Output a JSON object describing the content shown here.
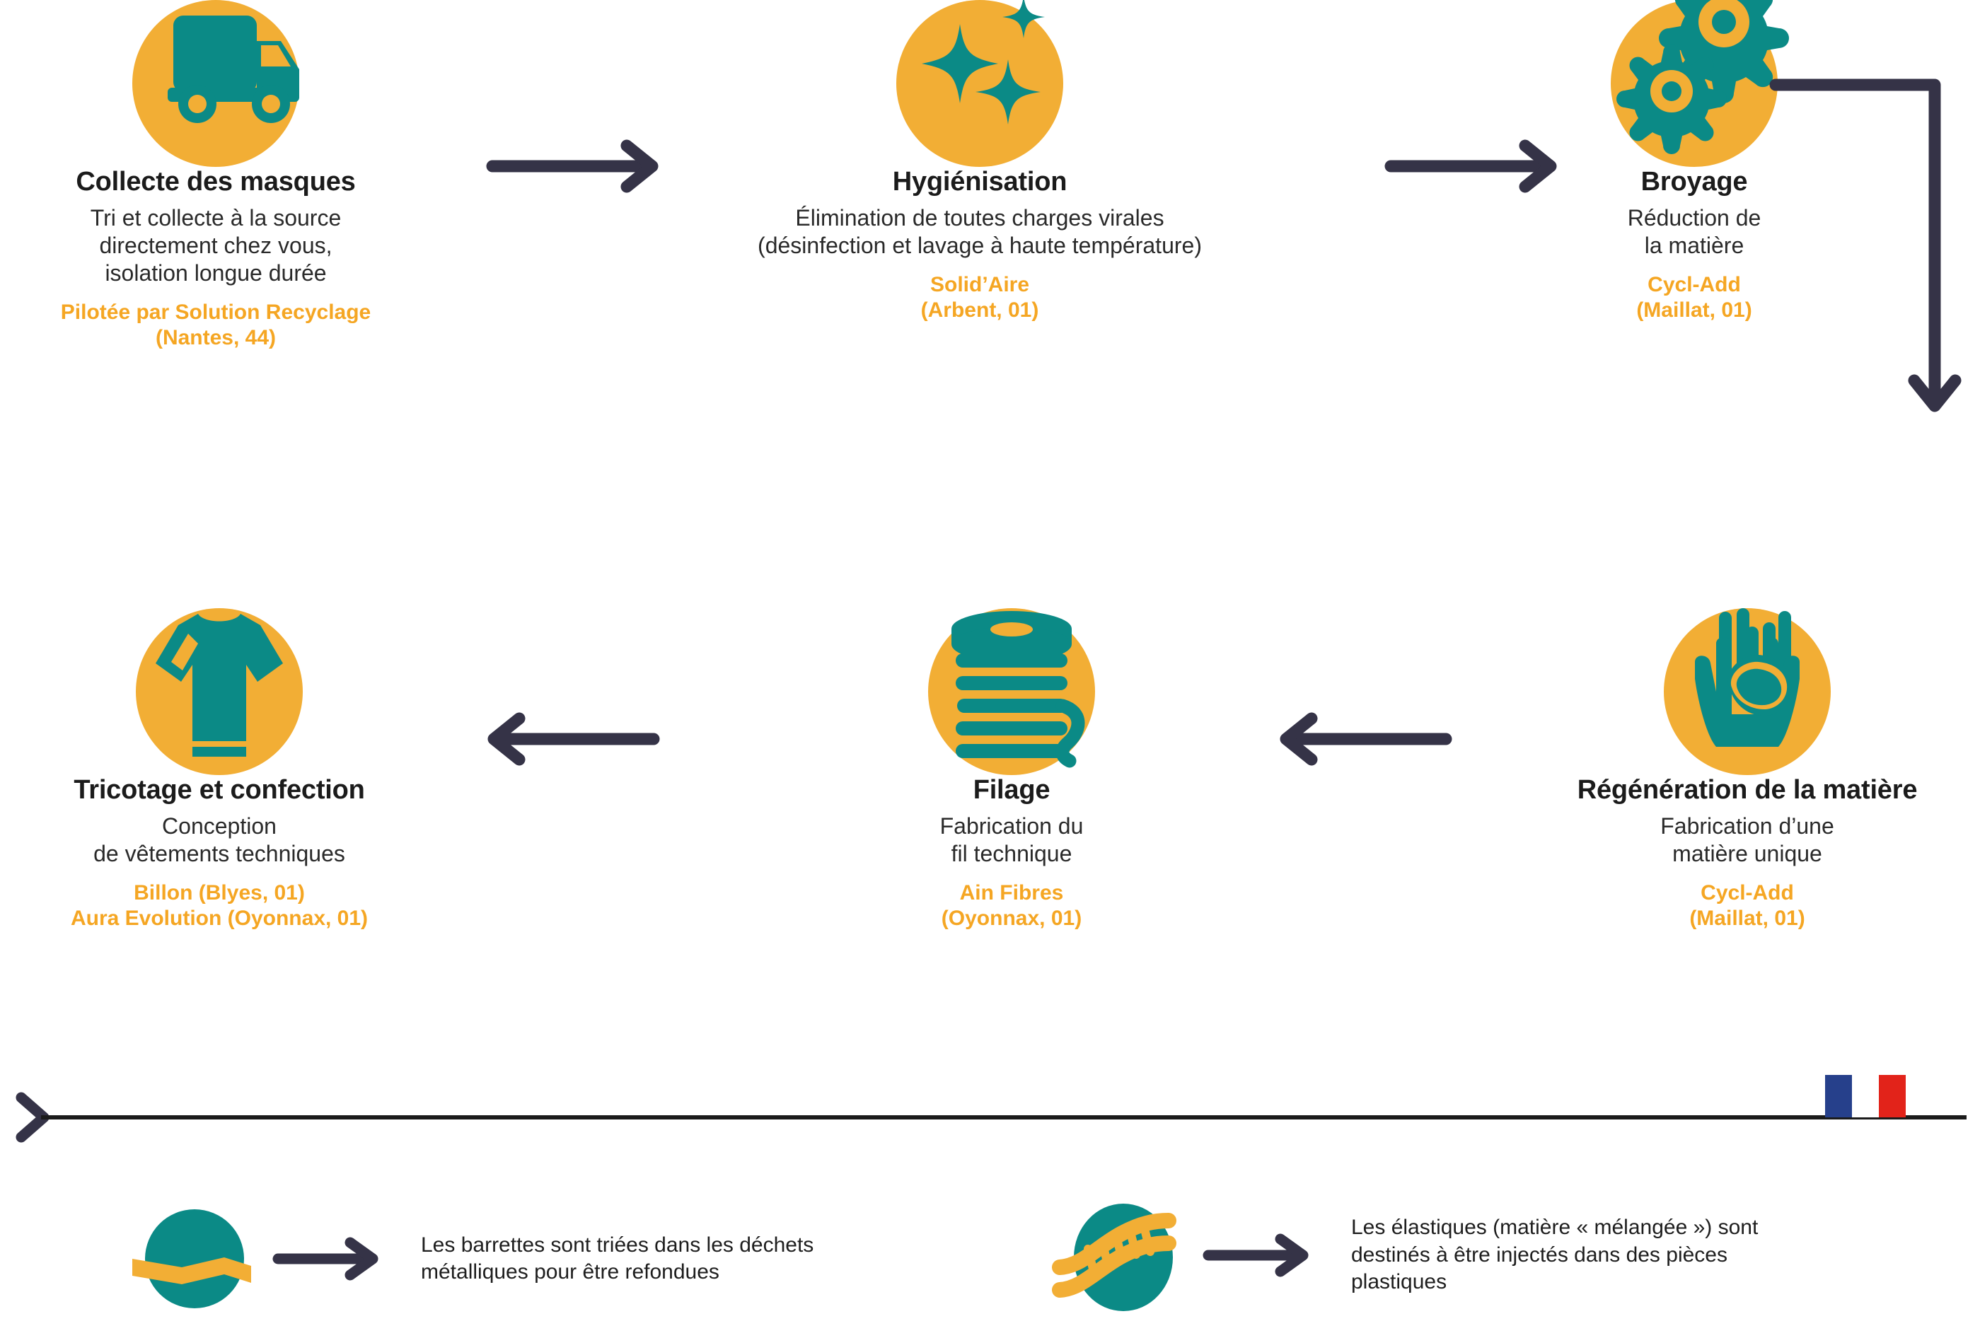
{
  "colors": {
    "orange": "#F2AE35",
    "orange_text": "#F5A623",
    "teal": "#0B8A86",
    "dark": "#353347",
    "flag_blue": "#26408B",
    "flag_red": "#E2231A",
    "text": "#1B1B1B"
  },
  "steps": [
    {
      "id": "collecte",
      "icon": "truck-icon",
      "title": "Collecte des masques",
      "desc": "Tri et collecte à la source\ndirectement chez vous,\nisolation longue durée",
      "company": "Pilotée par Solution Recyclage\n(Nantes, 44)"
    },
    {
      "id": "hygienisation",
      "icon": "sparkles-icon",
      "title": "Hygiénisation",
      "desc": "Élimination de toutes charges virales\n(désinfection et lavage à haute température)",
      "company": "Solid’Aire\n(Arbent, 01)"
    },
    {
      "id": "broyage",
      "icon": "gears-icon",
      "title": "Broyage",
      "desc": "Réduction de\nla matière",
      "company": "Cycl-Add\n(Maillat, 01)"
    },
    {
      "id": "regeneration",
      "icon": "hands-material-icon",
      "title": "Régénération de la matière",
      "desc": "Fabrication d’une\nmatière unique",
      "company": "Cycl-Add\n(Maillat, 01)"
    },
    {
      "id": "filage",
      "icon": "yarn-spool-icon",
      "title": "Filage",
      "desc": "Fabrication du\nfil technique",
      "company": "Ain Fibres\n(Oyonnax, 01)"
    },
    {
      "id": "tricotage",
      "icon": "tshirt-icon",
      "title": "Tricotage et confection",
      "desc": "Conception\nde vêtements techniques",
      "company": "Billon (Blyes, 01)\nAura Evolution (Oyonnax, 01)"
    }
  ],
  "footnotes": [
    {
      "id": "barrettes",
      "icon": "nose-clip-icon",
      "text": "Les barrettes sont triées dans les déchets\nmétalliques pour être refondues"
    },
    {
      "id": "elastiques",
      "icon": "elastic-band-icon",
      "text": "Les élastiques (matière « mélangée ») sont\ndestinés à être injectés dans des pièces\nplastiques"
    }
  ],
  "timeline": {
    "name": "made-in-france-timeline",
    "flag": "french-flag"
  }
}
